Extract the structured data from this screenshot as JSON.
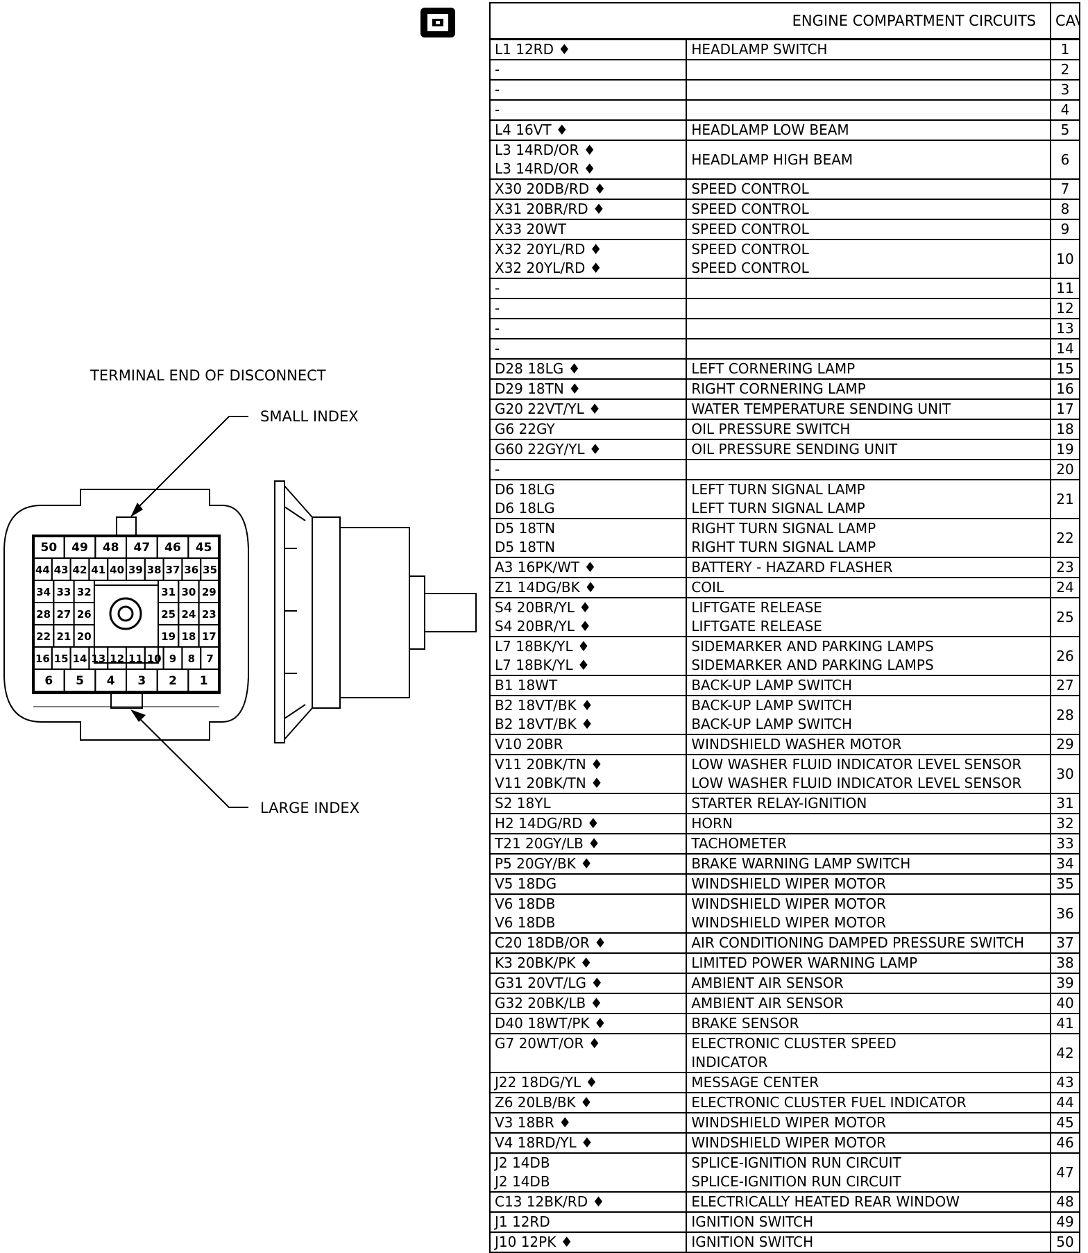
{
  "connector_icon": "connector-symbol-icon",
  "diagram": {
    "terminal_label": "TERMINAL END OF DISCONNECT",
    "small_index_label": "SMALL INDEX",
    "large_index_label": "LARGE INDEX",
    "pin_rows": [
      [
        "50",
        "49",
        "48",
        "47",
        "46",
        "45"
      ],
      [
        "44",
        "43",
        "42",
        "41",
        "40",
        "39",
        "38",
        "37",
        "36",
        "35"
      ],
      [
        "34",
        "33",
        "32",
        "31",
        "30",
        "29"
      ],
      [
        "28",
        "27",
        "26",
        "25",
        "24",
        "23"
      ],
      [
        "22",
        "21",
        "20",
        "19",
        "18",
        "17"
      ],
      [
        "16",
        "15",
        "14",
        "13",
        "12",
        "11",
        "10",
        "9",
        "8",
        "7"
      ],
      [
        "6",
        "5",
        "4",
        "3",
        "2",
        "1"
      ]
    ]
  },
  "table": {
    "header_title": "ENGINE COMPARTMENT CIRCUITS",
    "header_cavity": "CAVITY",
    "rows": [
      {
        "wires": [
          "L1 12RD ♦"
        ],
        "functions": [
          "HEADLAMP SWITCH"
        ],
        "cavity": "1"
      },
      {
        "wires": [
          "-"
        ],
        "functions": [
          ""
        ],
        "cavity": "2"
      },
      {
        "wires": [
          "-"
        ],
        "functions": [
          ""
        ],
        "cavity": "3"
      },
      {
        "wires": [
          "-"
        ],
        "functions": [
          ""
        ],
        "cavity": "4"
      },
      {
        "wires": [
          "L4 16VT ♦"
        ],
        "functions": [
          "HEADLAMP LOW BEAM"
        ],
        "cavity": "5"
      },
      {
        "wires": [
          "L3 14RD/OR ♦",
          "L3 14RD/OR ♦"
        ],
        "functions": [
          "HEADLAMP HIGH BEAM"
        ],
        "cavity": "6"
      },
      {
        "wires": [
          "X30 20DB/RD ♦"
        ],
        "functions": [
          "SPEED CONTROL"
        ],
        "cavity": "7"
      },
      {
        "wires": [
          "X31 20BR/RD ♦"
        ],
        "functions": [
          "SPEED CONTROL"
        ],
        "cavity": "8"
      },
      {
        "wires": [
          "X33 20WT"
        ],
        "functions": [
          "SPEED CONTROL"
        ],
        "cavity": "9"
      },
      {
        "wires": [
          "X32 20YL/RD ♦",
          "X32 20YL/RD ♦"
        ],
        "functions": [
          "SPEED CONTROL",
          "SPEED CONTROL"
        ],
        "cavity": "10"
      },
      {
        "wires": [
          "-"
        ],
        "functions": [
          ""
        ],
        "cavity": "11"
      },
      {
        "wires": [
          "-"
        ],
        "functions": [
          ""
        ],
        "cavity": "12"
      },
      {
        "wires": [
          "-"
        ],
        "functions": [
          ""
        ],
        "cavity": "13"
      },
      {
        "wires": [
          "-"
        ],
        "functions": [
          ""
        ],
        "cavity": "14"
      },
      {
        "wires": [
          "D28 18LG ♦"
        ],
        "functions": [
          "LEFT CORNERING LAMP"
        ],
        "cavity": "15"
      },
      {
        "wires": [
          "D29 18TN ♦"
        ],
        "functions": [
          "RIGHT CORNERING LAMP"
        ],
        "cavity": "16"
      },
      {
        "wires": [
          "G20 22VT/YL ♦"
        ],
        "functions": [
          "WATER TEMPERATURE SENDING UNIT"
        ],
        "cavity": "17"
      },
      {
        "wires": [
          "G6 22GY"
        ],
        "functions": [
          "OIL PRESSURE SWITCH"
        ],
        "cavity": "18"
      },
      {
        "wires": [
          "G60 22GY/YL ♦"
        ],
        "functions": [
          "OIL PRESSURE SENDING UNIT"
        ],
        "cavity": "19"
      },
      {
        "wires": [
          "-"
        ],
        "functions": [
          ""
        ],
        "cavity": "20"
      },
      {
        "wires": [
          "D6 18LG",
          "D6 18LG"
        ],
        "functions": [
          "LEFT TURN SIGNAL LAMP",
          "LEFT TURN SIGNAL LAMP"
        ],
        "cavity": "21"
      },
      {
        "wires": [
          "D5 18TN",
          "D5 18TN"
        ],
        "functions": [
          "RIGHT TURN SIGNAL LAMP",
          "RIGHT TURN SIGNAL LAMP"
        ],
        "cavity": "22"
      },
      {
        "wires": [
          "A3 16PK/WT ♦"
        ],
        "functions": [
          "BATTERY - HAZARD FLASHER"
        ],
        "cavity": "23"
      },
      {
        "wires": [
          "Z1 14DG/BK ♦"
        ],
        "functions": [
          "COIL"
        ],
        "cavity": "24"
      },
      {
        "wires": [
          "S4 20BR/YL ♦",
          "S4 20BR/YL ♦"
        ],
        "functions": [
          "LIFTGATE RELEASE",
          "LIFTGATE RELEASE"
        ],
        "cavity": "25"
      },
      {
        "wires": [
          "L7 18BK/YL ♦",
          "L7 18BK/YL ♦"
        ],
        "functions": [
          "SIDEMARKER AND PARKING LAMPS",
          "SIDEMARKER AND PARKING LAMPS"
        ],
        "cavity": "26"
      },
      {
        "wires": [
          "B1 18WT"
        ],
        "functions": [
          "BACK-UP LAMP SWITCH"
        ],
        "cavity": "27"
      },
      {
        "wires": [
          "B2 18VT/BK ♦",
          "B2 18VT/BK ♦"
        ],
        "functions": [
          "BACK-UP LAMP SWITCH",
          "BACK-UP LAMP SWITCH"
        ],
        "cavity": "28"
      },
      {
        "wires": [
          "V10 20BR"
        ],
        "functions": [
          "WINDSHIELD WASHER MOTOR"
        ],
        "cavity": "29"
      },
      {
        "wires": [
          "V11 20BK/TN ♦",
          "V11 20BK/TN ♦"
        ],
        "functions": [
          "LOW WASHER FLUID INDICATOR LEVEL SENSOR",
          "LOW WASHER FLUID INDICATOR LEVEL SENSOR"
        ],
        "cavity": "30",
        "small": true
      },
      {
        "wires": [
          "S2 18YL"
        ],
        "functions": [
          "STARTER RELAY-IGNITION"
        ],
        "cavity": "31"
      },
      {
        "wires": [
          "H2 14DG/RD ♦"
        ],
        "functions": [
          "HORN"
        ],
        "cavity": "32"
      },
      {
        "wires": [
          "T21 20GY/LB ♦"
        ],
        "functions": [
          "TACHOMETER"
        ],
        "cavity": "33"
      },
      {
        "wires": [
          "P5 20GY/BK ♦"
        ],
        "functions": [
          "BRAKE WARNING LAMP SWITCH"
        ],
        "cavity": "34"
      },
      {
        "wires": [
          "V5 18DG"
        ],
        "functions": [
          "WINDSHIELD WIPER MOTOR"
        ],
        "cavity": "35"
      },
      {
        "wires": [
          "V6 18DB",
          "V6 18DB"
        ],
        "functions": [
          "WINDSHIELD WIPER MOTOR",
          "WINDSHIELD WIPER MOTOR"
        ],
        "cavity": "36"
      },
      {
        "wires": [
          "C20 18DB/OR ♦"
        ],
        "functions": [
          "AIR CONDITIONING DAMPED PRESSURE SWITCH"
        ],
        "cavity": "37",
        "small": true
      },
      {
        "wires": [
          "K3 20BK/PK ♦"
        ],
        "functions": [
          "LIMITED POWER WARNING LAMP"
        ],
        "cavity": "38"
      },
      {
        "wires": [
          "G31 20VT/LG ♦"
        ],
        "functions": [
          "AMBIENT AIR SENSOR"
        ],
        "cavity": "39"
      },
      {
        "wires": [
          "G32 20BK/LB ♦"
        ],
        "functions": [
          "AMBIENT AIR SENSOR"
        ],
        "cavity": "40"
      },
      {
        "wires": [
          "D40 18WT/PK ♦"
        ],
        "functions": [
          "BRAKE SENSOR"
        ],
        "cavity": "41"
      },
      {
        "wires": [
          "G7 20WT/OR ♦",
          ""
        ],
        "functions": [
          "ELECTRONIC CLUSTER SPEED",
          "INDICATOR"
        ],
        "cavity": "42"
      },
      {
        "wires": [
          "J22 18DG/YL ♦"
        ],
        "functions": [
          "MESSAGE CENTER"
        ],
        "cavity": "43"
      },
      {
        "wires": [
          "Z6 20LB/BK ♦"
        ],
        "functions": [
          "ELECTRONIC CLUSTER FUEL INDICATOR"
        ],
        "cavity": "44"
      },
      {
        "wires": [
          "V3 18BR ♦"
        ],
        "functions": [
          "WINDSHIELD WIPER MOTOR"
        ],
        "cavity": "45"
      },
      {
        "wires": [
          "V4 18RD/YL ♦"
        ],
        "functions": [
          "WINDSHIELD WIPER MOTOR"
        ],
        "cavity": "46"
      },
      {
        "wires": [
          "J2 14DB",
          "J2 14DB"
        ],
        "functions": [
          "SPLICE-IGNITION RUN CIRCUIT",
          "SPLICE-IGNITION RUN CIRCUIT"
        ],
        "cavity": "47"
      },
      {
        "wires": [
          "C13 12BK/RD ♦"
        ],
        "functions": [
          "ELECTRICALLY HEATED REAR WINDOW"
        ],
        "cavity": "48"
      },
      {
        "wires": [
          "J1 12RD"
        ],
        "functions": [
          "IGNITION SWITCH"
        ],
        "cavity": "49"
      },
      {
        "wires": [
          "J10 12PK ♦"
        ],
        "functions": [
          "IGNITION SWITCH"
        ],
        "cavity": "50"
      }
    ]
  }
}
